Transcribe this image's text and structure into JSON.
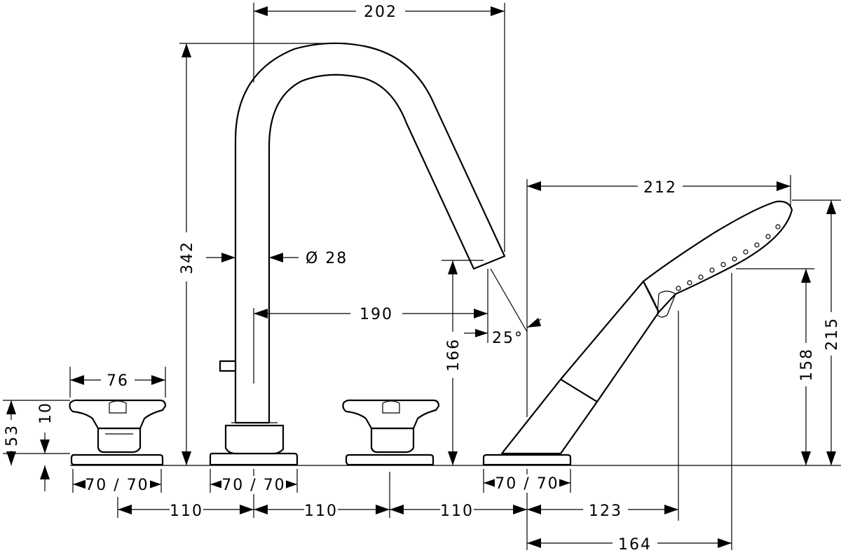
{
  "dimensions": {
    "spout_reach": "202",
    "total_height": "342",
    "pipe_diameter": "Ø 28",
    "spout_projection": "190",
    "spout_outlet_height": "166",
    "spout_angle": "25°",
    "handle_width": "76",
    "handle_height": "53",
    "handle_offset": "10",
    "escutcheon_left": "70 / 70",
    "escutcheon_spout": "70 / 70",
    "escutcheon_shower": "70 / 70",
    "spacing_1": "110",
    "spacing_2": "110",
    "spacing_3": "110",
    "shower_length": "212",
    "shower_height": "215",
    "shower_face_height": "158",
    "shower_face_offset": "123",
    "shower_overall_offset": "164"
  }
}
